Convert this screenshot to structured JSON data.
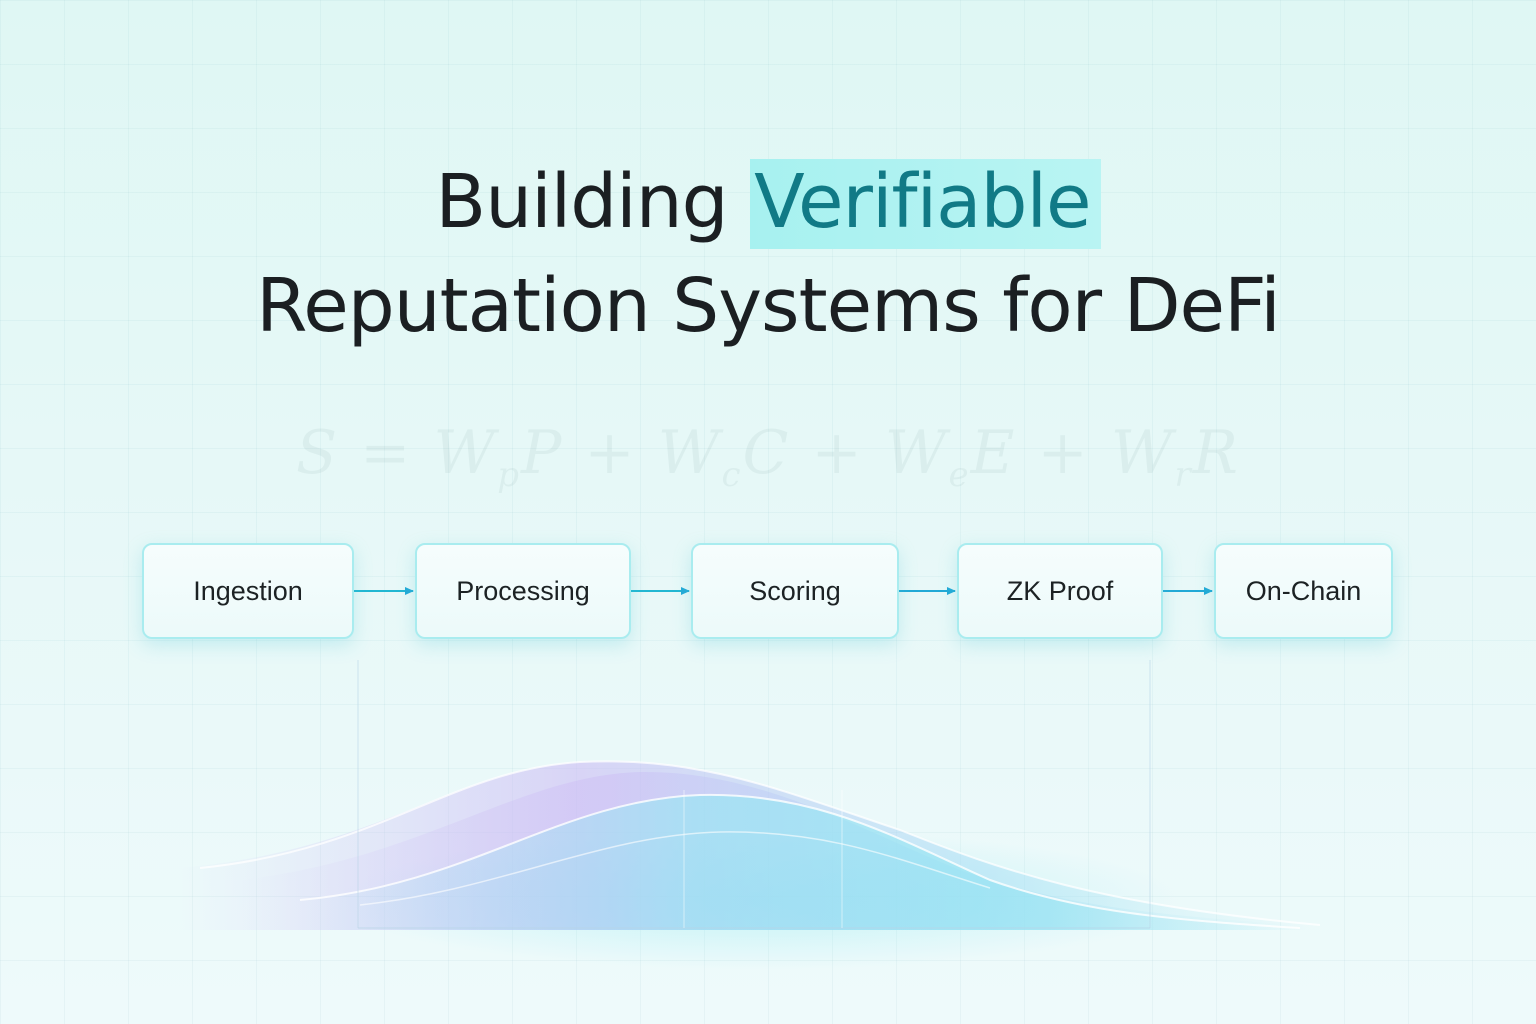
{
  "title": {
    "line1_prefix": "Building",
    "line1_highlight": "Verifiable",
    "line2": "Reputation Systems for DeFi"
  },
  "formula": {
    "lhs": "S",
    "terms": [
      {
        "w": "W",
        "sub": "p",
        "v": "P"
      },
      {
        "w": "W",
        "sub": "c",
        "v": "C"
      },
      {
        "w": "W",
        "sub": "e",
        "v": "E"
      },
      {
        "w": "W",
        "sub": "r",
        "v": "R"
      }
    ]
  },
  "pipeline": {
    "steps": [
      {
        "label": "Ingestion"
      },
      {
        "label": "Processing"
      },
      {
        "label": "Scoring"
      },
      {
        "label": "ZK Proof"
      },
      {
        "label": "On-Chain"
      }
    ]
  },
  "colors": {
    "accent": "#117a86",
    "highlight_bg": "#a7f1f0",
    "node_border": "#a9ecef",
    "arrow": "#22b7d2",
    "wave_purple": "#c9b6f4",
    "wave_cyan": "#8eeaf2"
  }
}
